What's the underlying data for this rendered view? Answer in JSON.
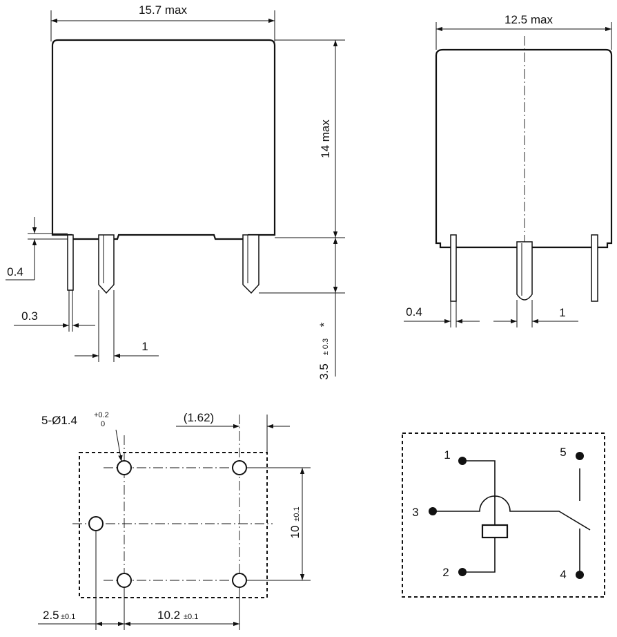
{
  "front_view": {
    "width_label": "15.7 max",
    "height_label": "14 max",
    "pin_offset_label": "0.4",
    "pin_thickness_label": "0.3",
    "pin_width_label": "1",
    "pin_length_value": "3.5",
    "pin_length_tol": "± 0.3",
    "pin_length_mark": "*"
  },
  "side_view": {
    "width_label": "12.5 max",
    "pin_thickness_label": "0.4",
    "pin_width_label": "1"
  },
  "footprint": {
    "hole_callout_prefix": "5-Ø1.4",
    "hole_tol_upper": "+0.2",
    "hole_tol_lower": "0",
    "pitch_top_label": "(1.62)",
    "height_value": "10",
    "height_tol": "±0.1",
    "left_offset_value": "2.5",
    "left_offset_tol": "±0.1",
    "span_value": "10.2",
    "span_tol": "±0.1"
  },
  "schematic": {
    "pins": [
      "1",
      "2",
      "3",
      "4",
      "5"
    ]
  }
}
